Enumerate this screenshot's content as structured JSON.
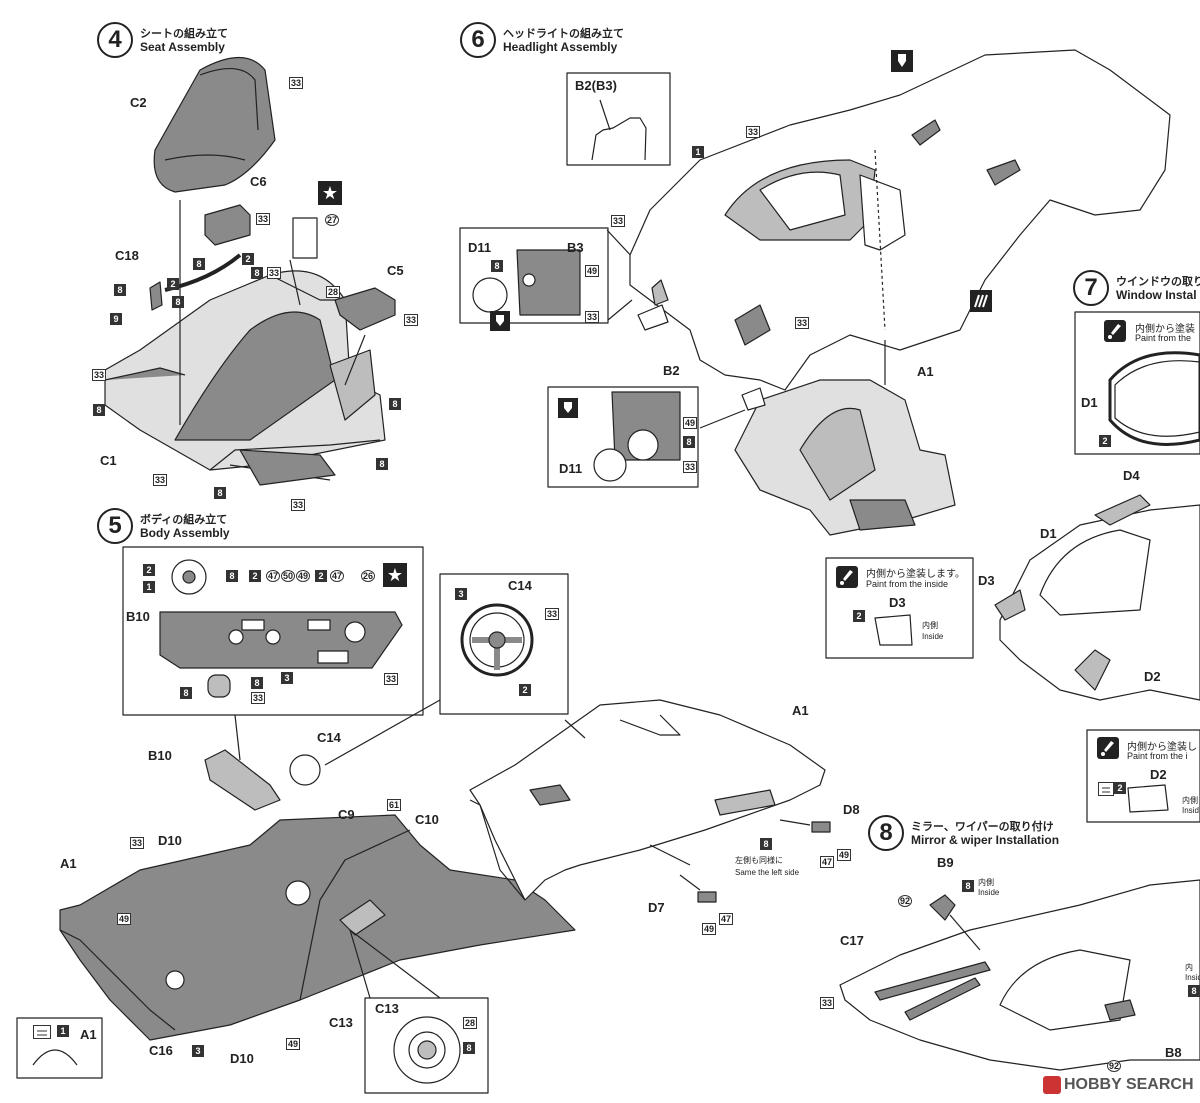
{
  "colors": {
    "line": "#222222",
    "gray_fill": "#8a8a8a",
    "light_fill": "#bdbdbd",
    "part_box_fill": "#333333"
  },
  "steps": [
    {
      "number": "4",
      "jp": "シートの組み立て",
      "en": "Seat Assembly"
    },
    {
      "number": "5",
      "jp": "ボディの組み立て",
      "en": "Body Assembly"
    },
    {
      "number": "6",
      "jp": "ヘッドライトの組み立て",
      "en": "Headlight  Assembly"
    },
    {
      "number": "7",
      "jp": "ウインドウの取り付",
      "en": "Window Instal"
    },
    {
      "number": "8",
      "jp": "ミラー、ワイパーの取り付け",
      "en": "Mirror & wiper Installation"
    }
  ],
  "parts": {
    "C2": "C2",
    "C6": "C6",
    "C18": "C18",
    "C5": "C5",
    "C1": "C1",
    "B10": "B10",
    "C14": "C14",
    "A1": "A1",
    "D10": "D10",
    "C9": "C9",
    "C10": "C10",
    "C13": "C13",
    "C16": "C16",
    "D7": "D7",
    "D8": "D8",
    "B2B3": "B2(B3)",
    "D11": "D11",
    "B3": "B3",
    "B2": "B2",
    "D1": "D1",
    "D4": "D4",
    "D3": "D3",
    "D2": "D2",
    "B9": "B9",
    "C17": "C17",
    "B8": "B8"
  },
  "paint_codes": {
    "c1": "1",
    "c2": "2",
    "c3": "3",
    "c8": "8",
    "c9": "9",
    "c26": "26",
    "c27": "27",
    "c28": "28",
    "c33": "33",
    "c47": "47",
    "c49": "49",
    "c50": "50",
    "c61": "61",
    "c92": "92"
  },
  "notes": {
    "same_left_jp": "左側も同様に",
    "same_left_en": "Same the left side",
    "paint_inside_jp": "内側から塗装します。",
    "paint_inside_en": "Paint from the inside",
    "paint_inside_jp_cut": "内側から塗装",
    "paint_inside_en_cut": "Paint from the",
    "inside_jp": "内側",
    "inside_en": "Inside",
    "inside_en_lower": "Inside",
    "inside_en_b9": "Inside",
    "paint_inside_jp_cut2": "内側から塗装し",
    "paint_inside_en_cut2": "Paint from the i",
    "inside_jp_r": "内側",
    "inside_en_r": "Insid",
    "nai": "内",
    "insid_cut": "Insid"
  },
  "icons": [
    "star-icon",
    "paint-brush-icon",
    "decal-icon",
    "glue-icon"
  ],
  "watermark": "HOBBY SEARCH"
}
